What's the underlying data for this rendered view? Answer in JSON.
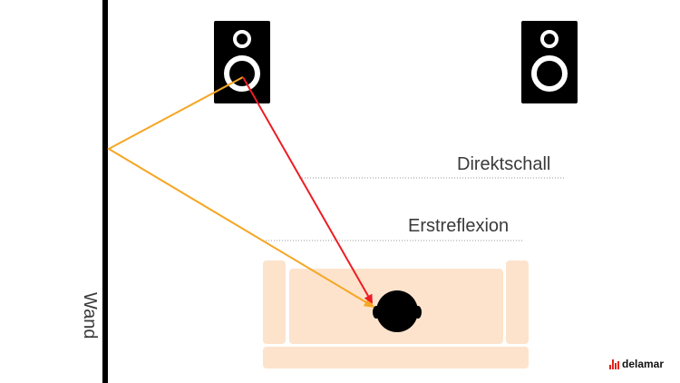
{
  "labels": {
    "direct_sound": "Direktschall",
    "first_reflection": "Erstreflexion",
    "wall": "Wand"
  },
  "logo": {
    "text": "delamar",
    "accent": "#e2231a"
  },
  "colors": {
    "direct_ray": "#ee1c24",
    "reflection_ray": "#f5a623",
    "sofa": "#fde3cc",
    "speaker": "#000000",
    "wall": "#000000"
  }
}
